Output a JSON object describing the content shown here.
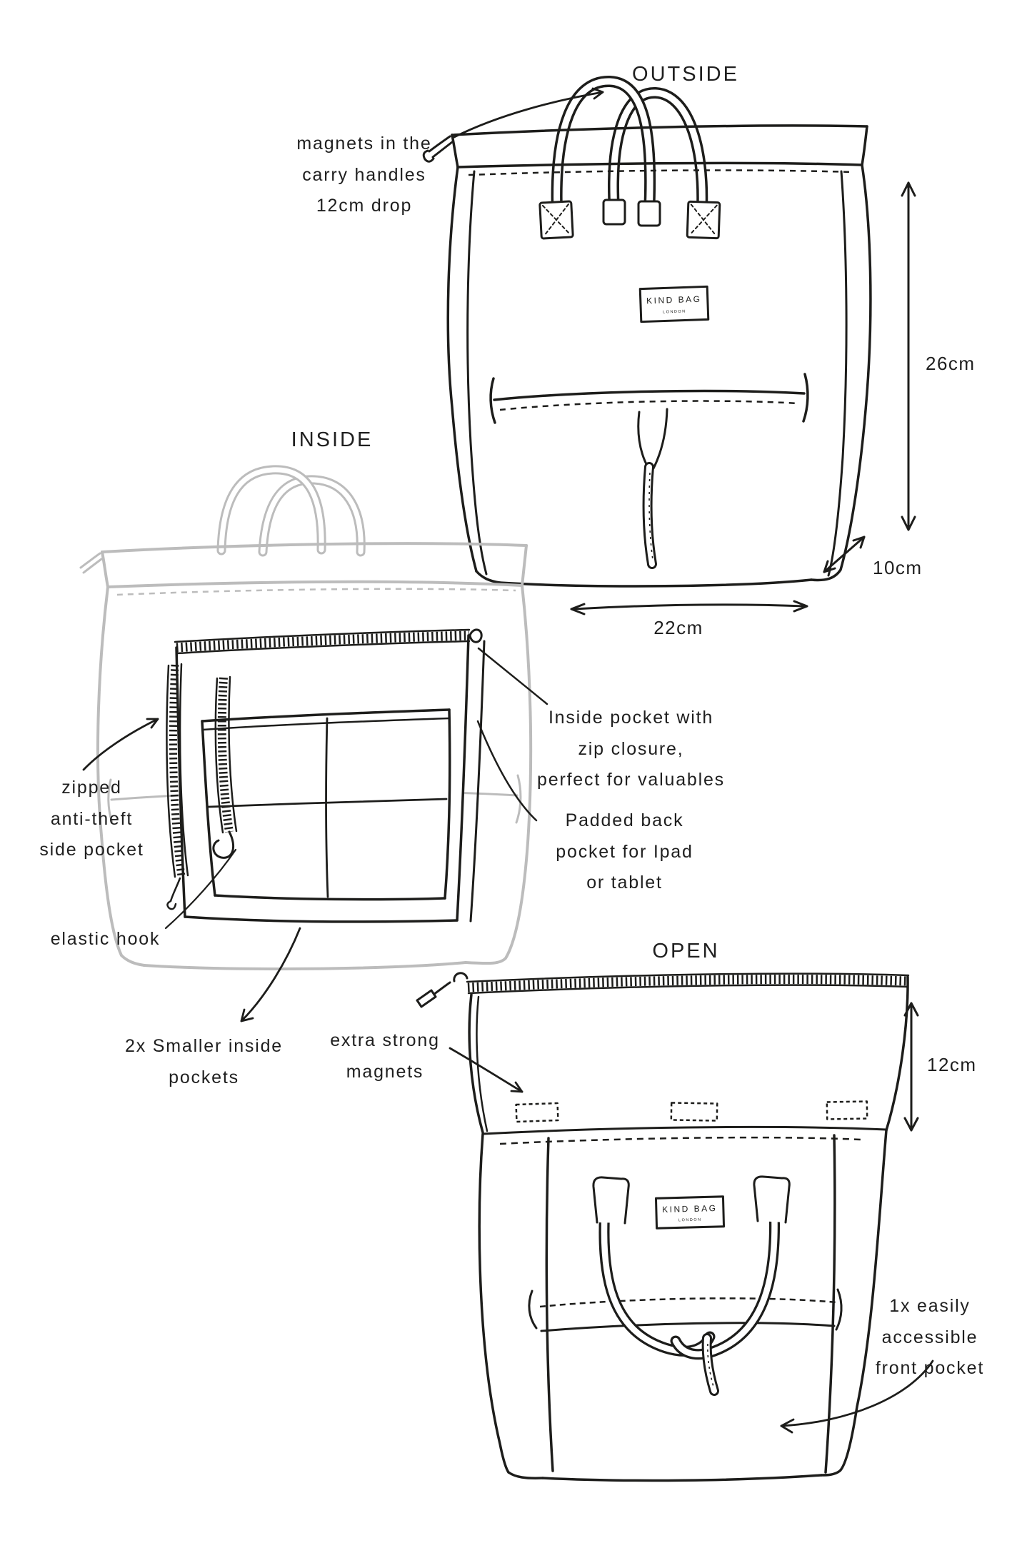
{
  "meta": {
    "description": "Hand-drawn product diagram of the Kind Bag London backpack shown in three views",
    "colors": {
      "ink": "#1d1d1b",
      "ghost_outline": "#bcbcbc",
      "background": "#ffffff",
      "text": "#1f1f1f"
    }
  },
  "brand": {
    "name": "KIND BAG",
    "city": "LONDON"
  },
  "outside": {
    "title": "OUTSIDE",
    "note_magnets": [
      "magnets in the",
      "carry handles",
      "12cm drop"
    ],
    "dim_height": "26cm",
    "dim_depth": "10cm",
    "dim_width": "22cm"
  },
  "inside": {
    "title": "INSIDE",
    "note_side_pocket": [
      "zipped",
      "anti-theft",
      "side pocket"
    ],
    "note_elastic": "elastic hook",
    "note_small_pockets": [
      "2x Smaller inside",
      "pockets"
    ],
    "note_zip_pocket": [
      "Inside pocket with",
      "zip closure,",
      "perfect for valuables"
    ],
    "note_padded": [
      "Padded back",
      "pocket for Ipad",
      "or tablet"
    ]
  },
  "open": {
    "title": "OPEN",
    "note_magnets": [
      "extra strong",
      "magnets"
    ],
    "note_front_pocket": [
      "1x easily",
      "accessible",
      "front pocket"
    ],
    "dim_flap": "12cm"
  }
}
